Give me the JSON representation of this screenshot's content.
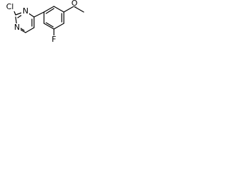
{
  "molecule": {
    "atoms": {
      "chlorine": "Cl",
      "nitrogen_1": "N",
      "nitrogen_2": "N",
      "fluorine": "F",
      "oxygen": "O"
    }
  }
}
